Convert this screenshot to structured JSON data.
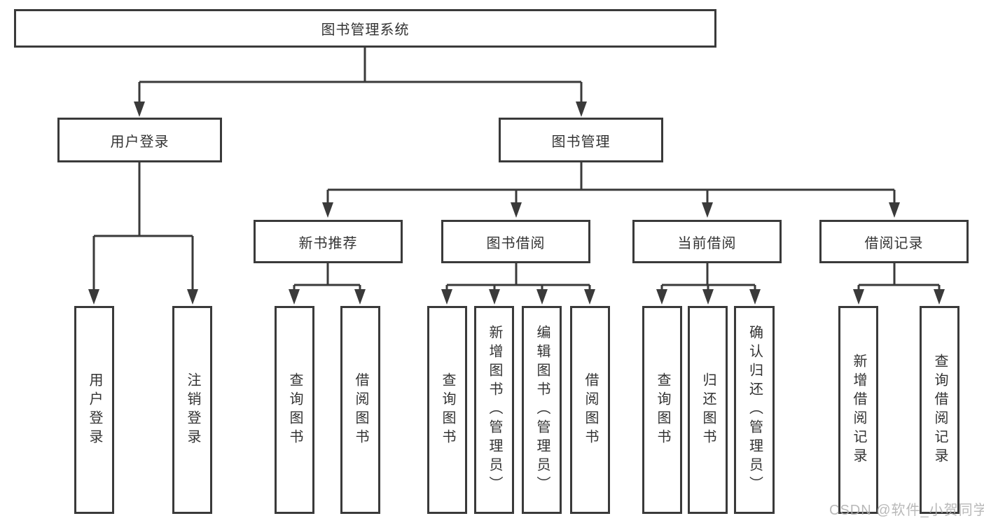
{
  "tree": {
    "label": "图书管理系统",
    "children": [
      {
        "label": "用户登录",
        "children": [
          {
            "label": "用户登录"
          },
          {
            "label": "注销登录"
          }
        ]
      },
      {
        "label": "图书管理",
        "children": [
          {
            "label": "新书推荐",
            "children": [
              {
                "label": "查询图书"
              },
              {
                "label": "借阅图书"
              }
            ]
          },
          {
            "label": "图书借阅",
            "children": [
              {
                "label": "查询图书"
              },
              {
                "label": "新增图书（管理员）"
              },
              {
                "label": "编辑图书（管理员）"
              },
              {
                "label": "借阅图书"
              }
            ]
          },
          {
            "label": "当前借阅",
            "children": [
              {
                "label": "查询图书"
              },
              {
                "label": "归还图书"
              },
              {
                "label": "确认归还（管理员）"
              }
            ]
          },
          {
            "label": "借阅记录",
            "children": [
              {
                "label": "新增借阅记录"
              },
              {
                "label": "查询借阅记录"
              }
            ]
          }
        ]
      }
    ]
  },
  "watermark": {
    "text": "CSDN @软件_小贺同学"
  },
  "colors": {
    "line": "#3a3a3a",
    "text": "#333333",
    "background": "#ffffff",
    "watermark": "#afafaf"
  }
}
